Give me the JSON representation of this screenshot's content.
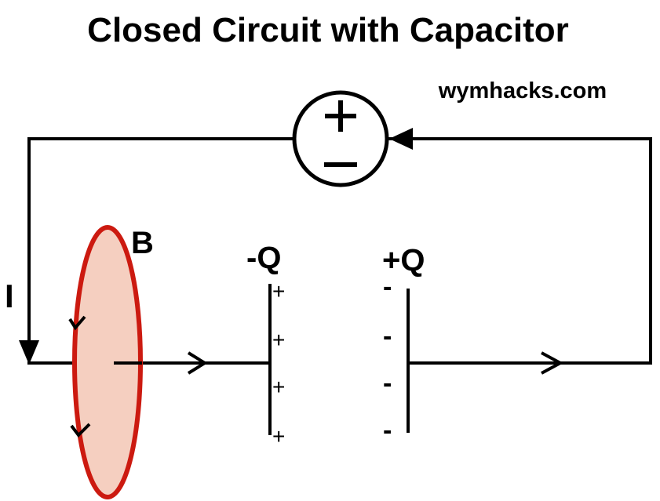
{
  "title": "Closed Circuit with Capacitor",
  "watermark": "wymhacks.com",
  "labels": {
    "current": "I",
    "magnetic_field": "B",
    "left_plate_charge": "-Q",
    "right_plate_charge": "+Q"
  },
  "battery": {
    "positive_symbol": "+",
    "negative_symbol": "—"
  },
  "left_plate_signs": [
    "+",
    "+",
    "+",
    "+"
  ],
  "right_plate_signs": [
    "-",
    "-",
    "-",
    "-"
  ],
  "colors": {
    "wire": "#000000",
    "loop_stroke": "#cc1a10",
    "loop_fill": "#f5cfc0"
  }
}
